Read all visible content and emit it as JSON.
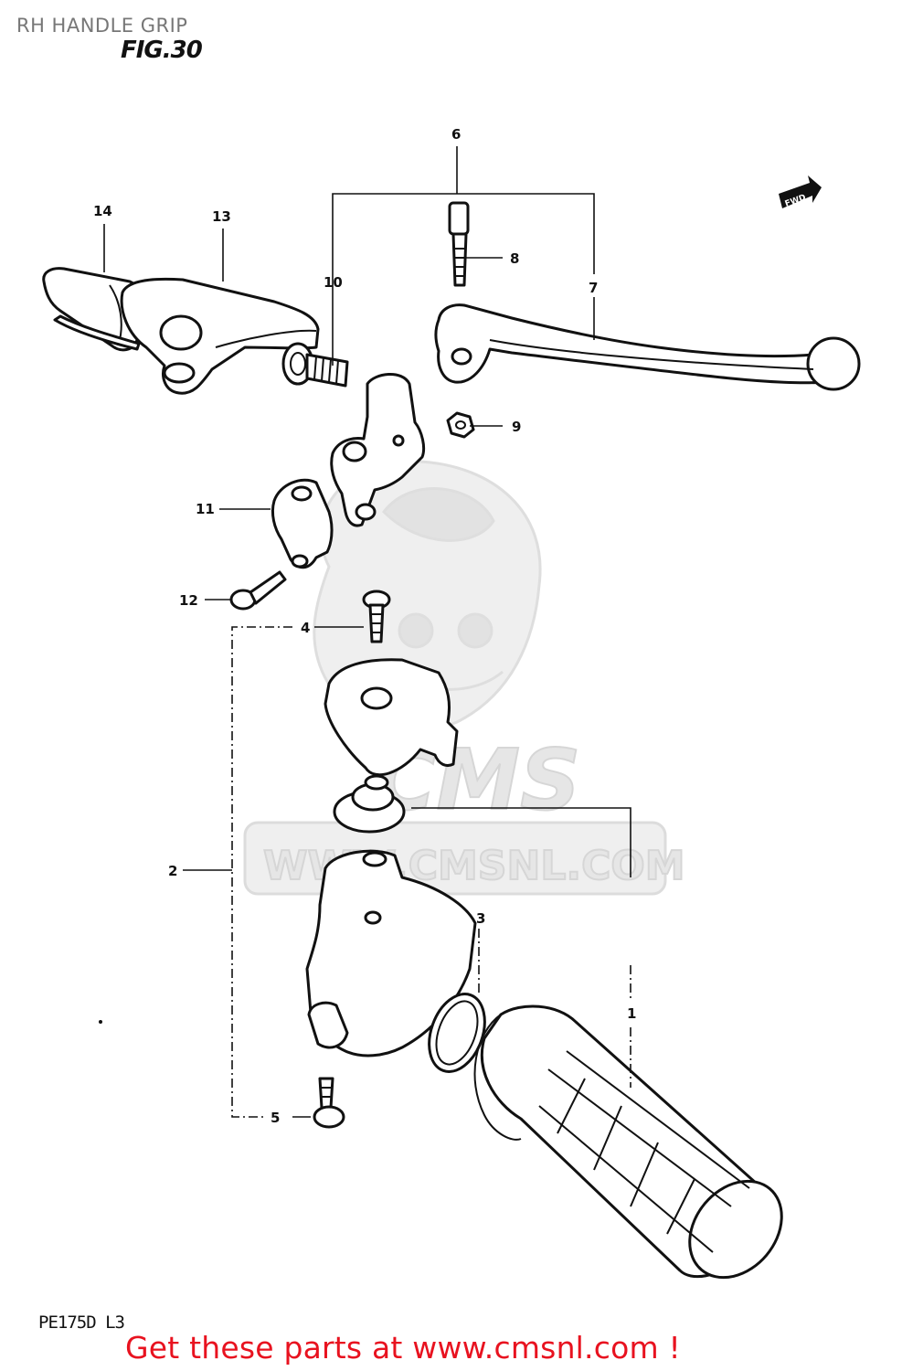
{
  "caption": "RH HANDLE GRIP",
  "figure_label": "FIG.30",
  "model_code": "PE175D L3",
  "fwd_label": "FWD",
  "watermark": {
    "brand": "CMS",
    "url": "WWW.CMSNL.COM"
  },
  "footer_link": "Get these parts at www.cmsnl.com !",
  "parts": [
    {
      "num": "1"
    },
    {
      "num": "2"
    },
    {
      "num": "3"
    },
    {
      "num": "4"
    },
    {
      "num": "5"
    },
    {
      "num": "6"
    },
    {
      "num": "7"
    },
    {
      "num": "8"
    },
    {
      "num": "9"
    },
    {
      "num": "10"
    },
    {
      "num": "11"
    },
    {
      "num": "12"
    },
    {
      "num": "13"
    },
    {
      "num": "14"
    }
  ]
}
